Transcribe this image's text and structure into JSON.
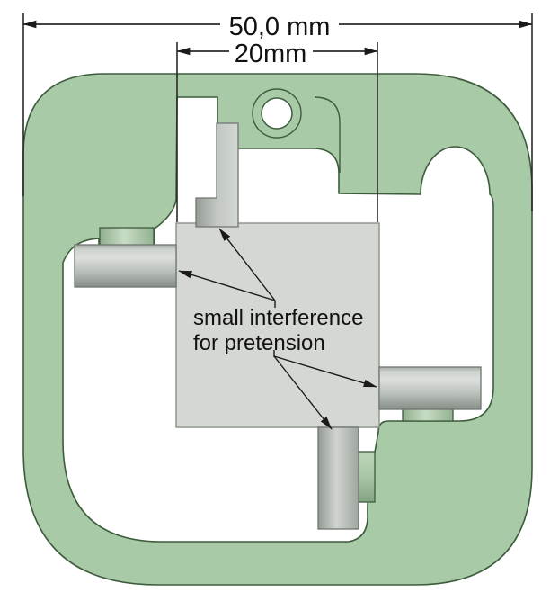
{
  "dimensions": {
    "overall_label": "50,0 mm",
    "inner_label": "20mm"
  },
  "annotation": {
    "line1": "small interference",
    "line2": "for pretension"
  },
  "colors": {
    "frame_green": "#a8caa6",
    "outline_green": "#3d5c3c",
    "cube_gray": "#d4d7d2",
    "cube_outline": "#8f958f",
    "metal_outline": "#6f756f",
    "line_dark": "#1a1a1a"
  }
}
